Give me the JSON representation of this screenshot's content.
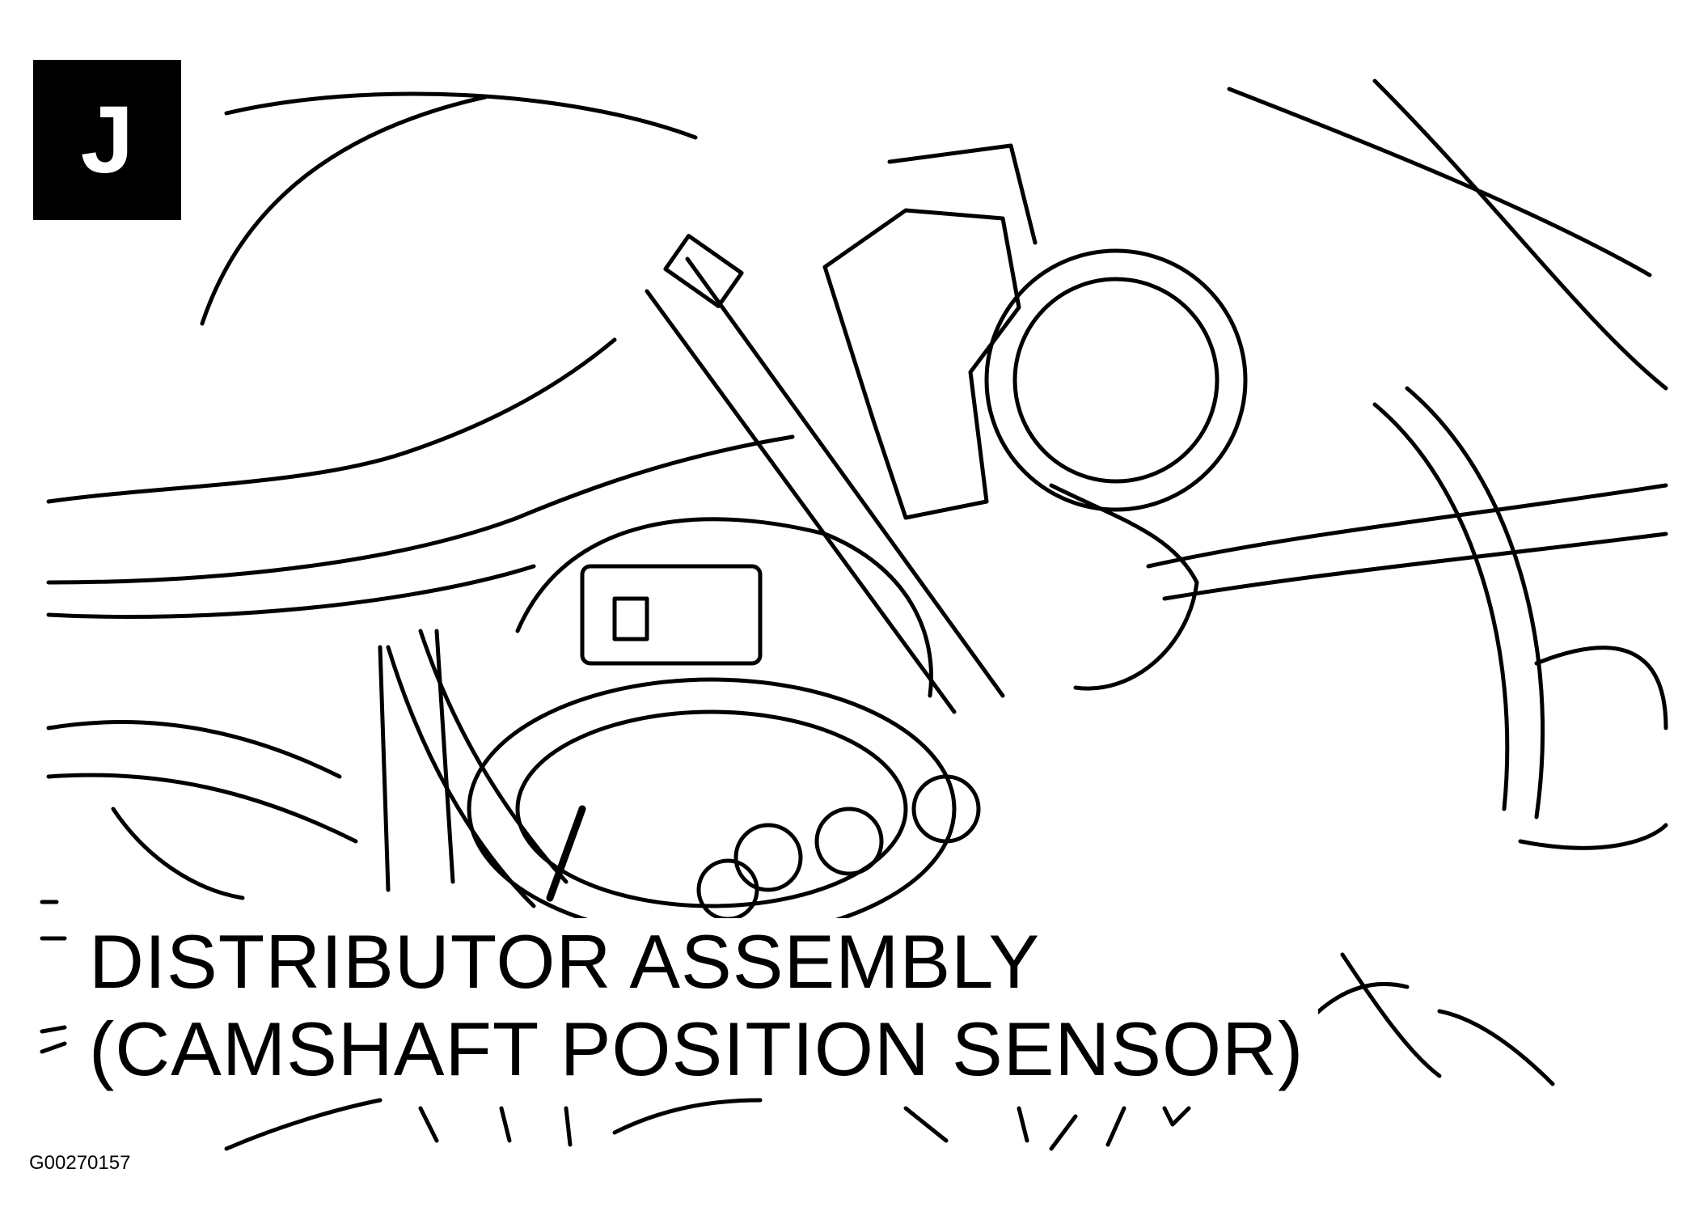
{
  "panel": {
    "badge_letter": "J"
  },
  "caption": {
    "line1": "DISTRIBUTOR ASSEMBLY",
    "line2": "(CAMSHAFT POSITION SENSOR)"
  },
  "figure_id": "G00270157",
  "colors": {
    "ink": "#000000",
    "background": "#ffffff"
  }
}
